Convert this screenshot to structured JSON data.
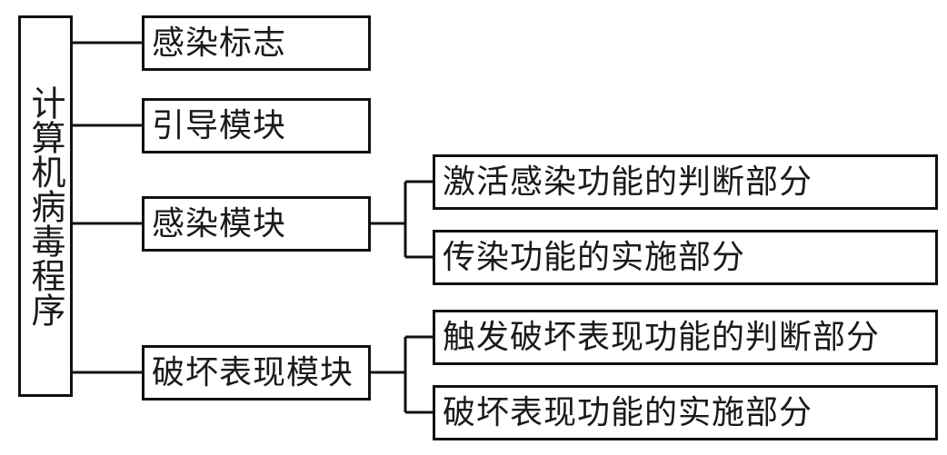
{
  "root": {
    "label": "计算机病毒程序"
  },
  "modules": [
    {
      "label": "感染标志"
    },
    {
      "label": "引导模块"
    },
    {
      "label": "感染模块"
    },
    {
      "label": "破坏表现模块"
    }
  ],
  "submodules": [
    {
      "label": "激活感染功能的判断部分"
    },
    {
      "label": "传染功能的实施部分"
    },
    {
      "label": "触发破坏表现功能的判断部分"
    },
    {
      "label": "破坏表现功能的实施部分"
    }
  ],
  "colors": {
    "line": "#111111",
    "box_border": "#111111",
    "text": "#1a1a1a",
    "background": "#ffffff"
  }
}
